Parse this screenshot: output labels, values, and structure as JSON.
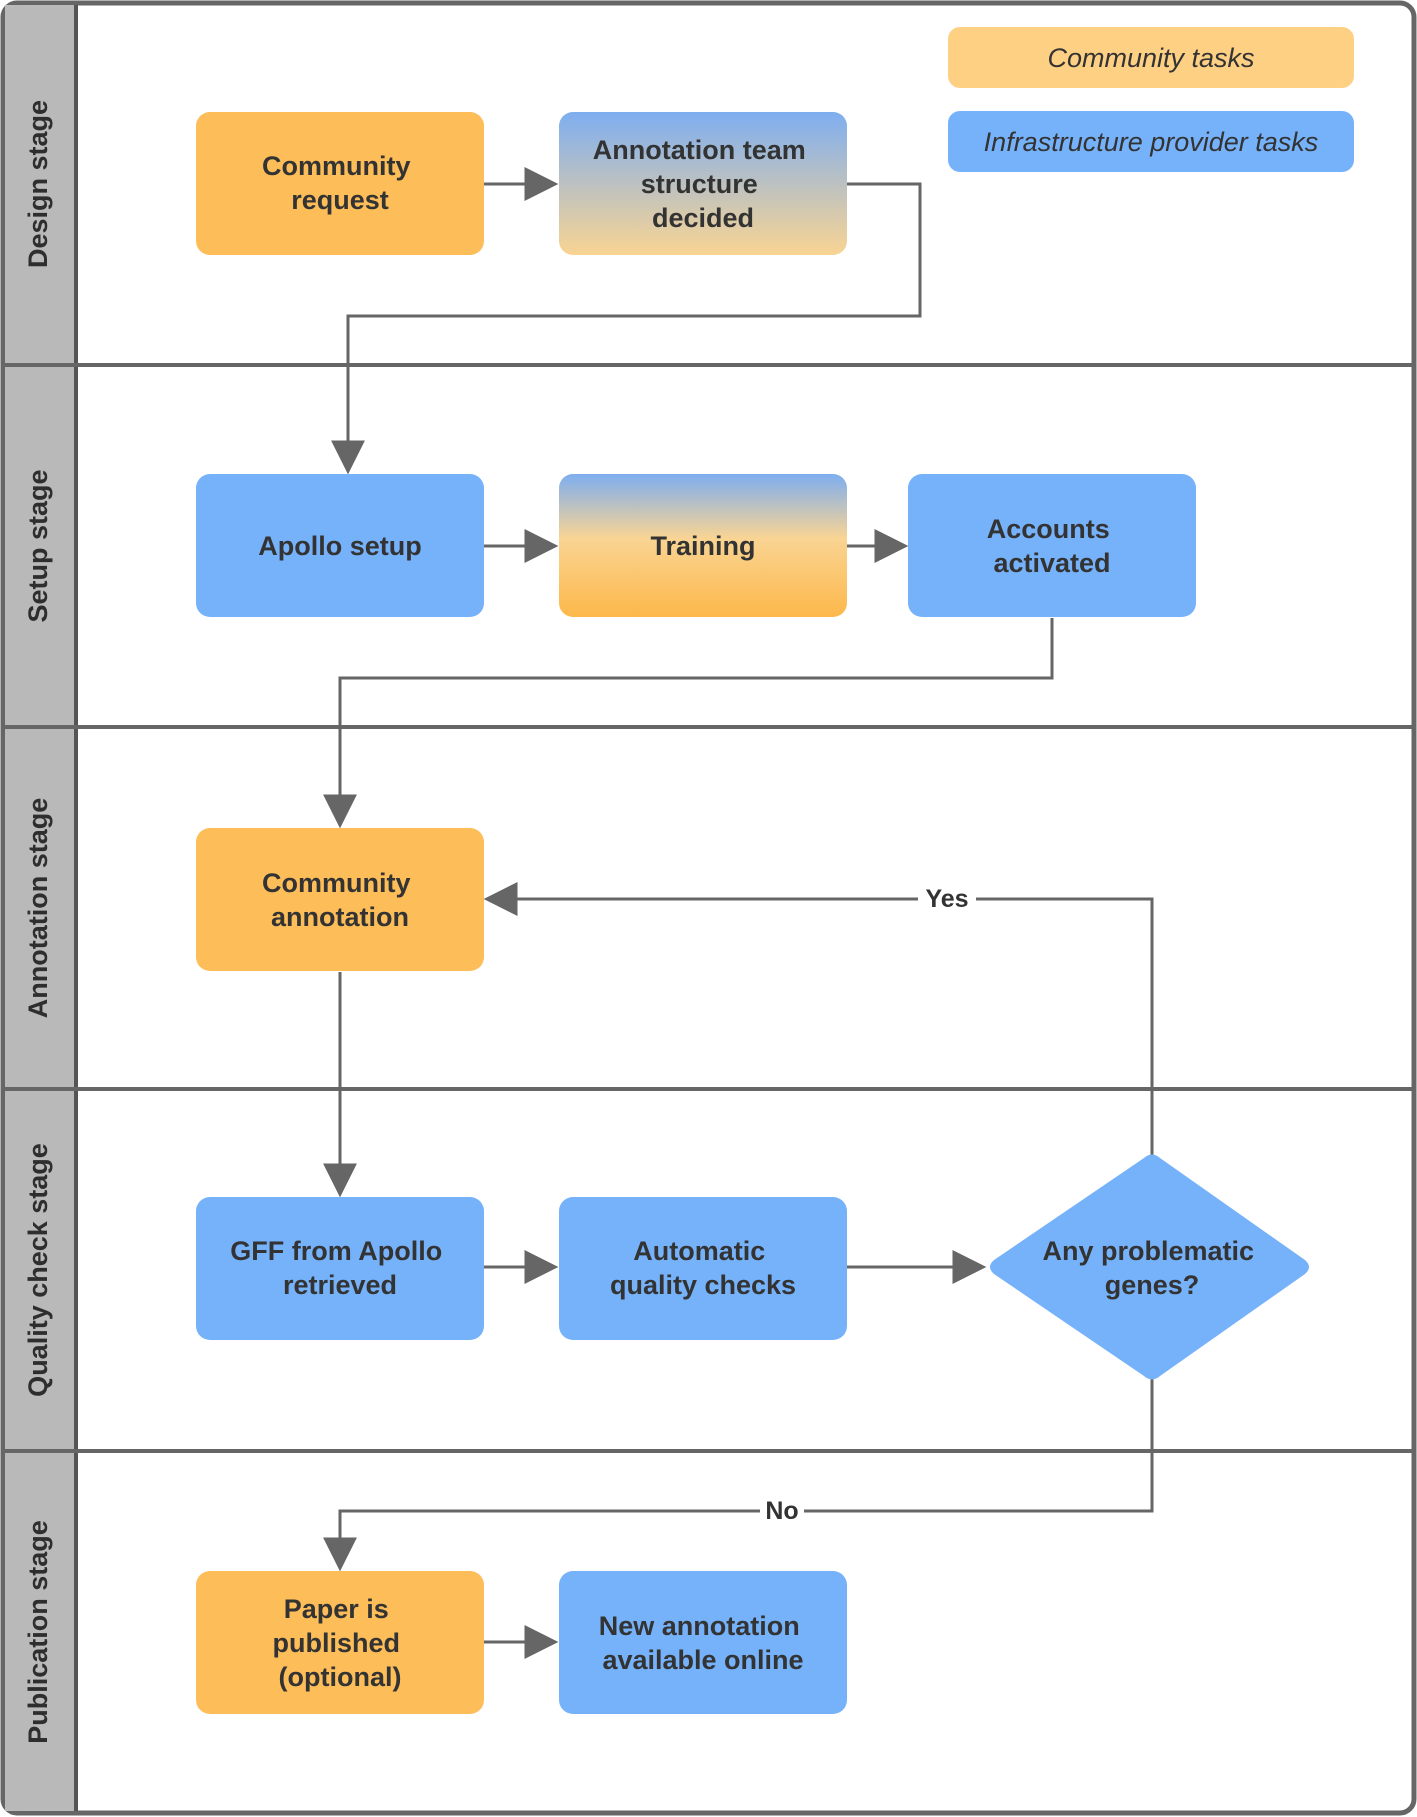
{
  "colors": {
    "community": "#fdbd58",
    "community_light": "#fdd084",
    "provider": "#76b2fa",
    "gradient_top": "#7eaef0",
    "gradient_bottom": "#f9d493",
    "training_bottom": "#fdb84a",
    "lane_header": "#b9b9b9",
    "line": "#666666"
  },
  "lanes": [
    {
      "id": "design",
      "label": "Design stage"
    },
    {
      "id": "setup",
      "label": "Setup stage"
    },
    {
      "id": "annotation",
      "label": "Annotation stage"
    },
    {
      "id": "quality",
      "label": "Quality check stage"
    },
    {
      "id": "publication",
      "label": "Publication stage"
    }
  ],
  "legend": {
    "community": "Community tasks",
    "provider": "Infrastructure provider tasks"
  },
  "nodes": {
    "community_request": {
      "lines": [
        "Community",
        "request"
      ],
      "role": "community"
    },
    "team_structure": {
      "lines": [
        "Annotation team",
        "structure",
        "decided"
      ],
      "role": "mixed"
    },
    "apollo_setup": {
      "lines": [
        "Apollo setup"
      ],
      "role": "provider"
    },
    "training": {
      "lines": [
        "Training"
      ],
      "role": "mixed"
    },
    "accounts_activated": {
      "lines": [
        "Accounts",
        "activated"
      ],
      "role": "provider"
    },
    "community_annotation": {
      "lines": [
        "Community",
        "annotation"
      ],
      "role": "community"
    },
    "gff_retrieved": {
      "lines": [
        "GFF from Apollo",
        "retrieved"
      ],
      "role": "provider"
    },
    "quality_checks": {
      "lines": [
        "Automatic",
        "quality checks"
      ],
      "role": "provider"
    },
    "problematic_genes": {
      "lines": [
        "Any problematic",
        "genes?"
      ],
      "role": "provider",
      "shape": "diamond"
    },
    "paper_published": {
      "lines": [
        "Paper is",
        "published",
        "(optional)"
      ],
      "role": "community"
    },
    "annotation_online": {
      "lines": [
        "New annotation",
        "available online"
      ],
      "role": "provider"
    }
  },
  "edge_labels": {
    "yes": "Yes",
    "no": "No"
  }
}
